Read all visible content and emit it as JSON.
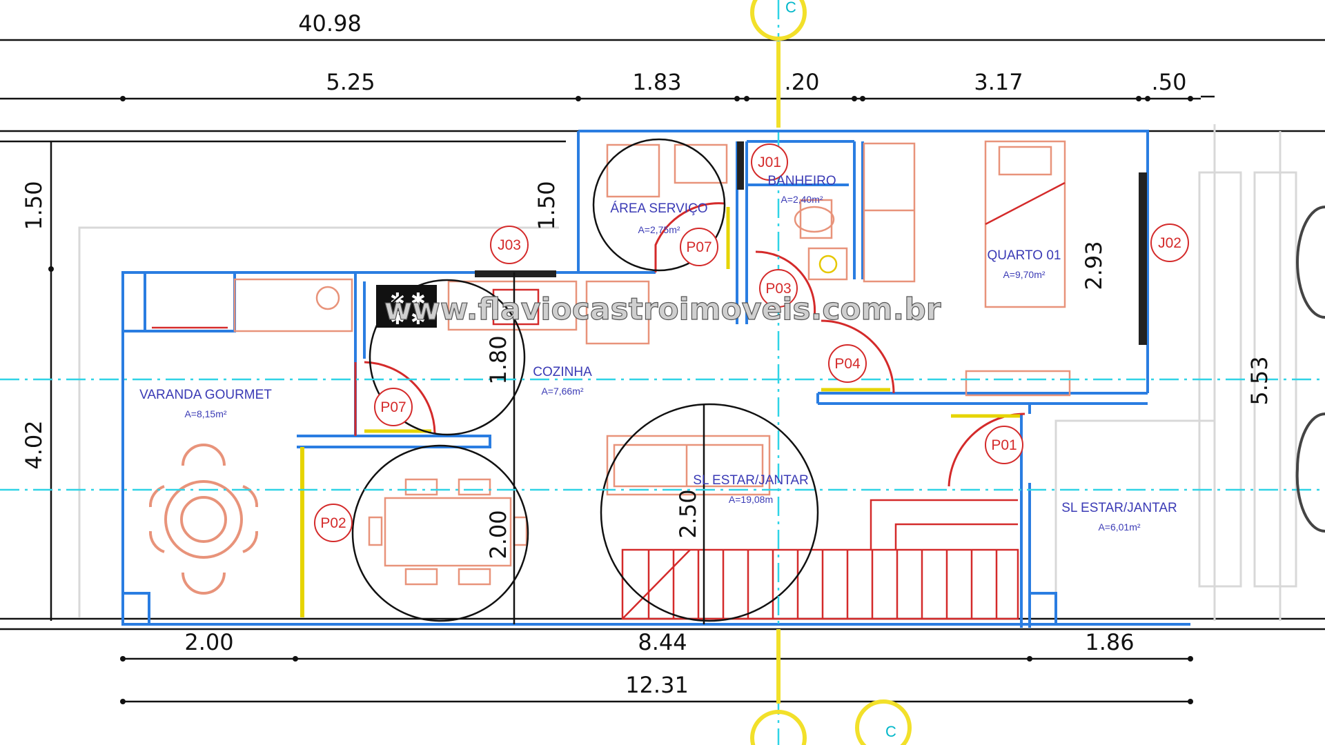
{
  "dimensions": {
    "total_top": "40.98",
    "top": [
      "5.25",
      "1.83",
      ".20",
      "3.17",
      ".50"
    ],
    "left_top": "1.50",
    "left_bottom": "4.02",
    "inner_service": "1.50",
    "bath_height": "2.93",
    "right_depth": "5.53",
    "kitchen": "1.80",
    "dining": "2.00",
    "living": "2.50",
    "bottom": [
      "2.00",
      "8.44",
      "1.86"
    ],
    "total_bottom": "12.31"
  },
  "rooms": [
    {
      "name": "ÁREA SERVIÇO",
      "area": "A=2,75m²"
    },
    {
      "name": "BANHEIRO",
      "area": "A=2,40m²"
    },
    {
      "name": "QUARTO 01",
      "area": "A=9,70m²"
    },
    {
      "name": "COZINHA",
      "area": "A=7,66m²"
    },
    {
      "name": "VARANDA GOURMET",
      "area": "A=8,15m²"
    },
    {
      "name": "SL ESTAR/JANTAR",
      "area": "A=19,08m"
    },
    {
      "name": "SL ESTAR/JANTAR",
      "area": "A=6,01m²"
    }
  ],
  "tags": {
    "j01": "J01",
    "j02": "J02",
    "j03": "J03",
    "p01": "P01",
    "p02": "P02",
    "p03": "P03",
    "p04": "P04",
    "p07a": "P07",
    "p07b": "P07"
  },
  "axis_label": "C",
  "watermark": "www.flaviocastroimoveis.com.br",
  "colors": {
    "wall": "#2a7de1",
    "furniture": "#e8937a",
    "door": "#d42a2a",
    "axis": "#2fd3e6",
    "section": "#f2e02a"
  }
}
